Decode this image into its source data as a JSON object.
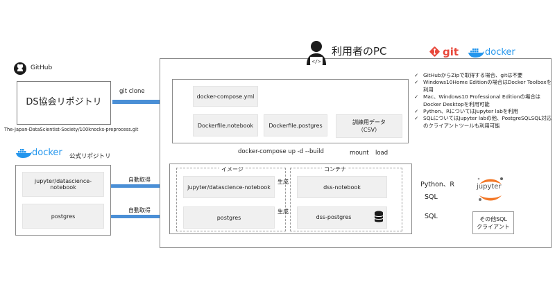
{
  "user_pc": {
    "title": "利用者のPC"
  },
  "github": {
    "label": "GitHub",
    "repo_box": "DS協会リポジトリ",
    "repo_path": "The-Japan-DataScientist-Society/100knocks-preprocess.git",
    "git_clone": "git clone"
  },
  "dockerhub": {
    "label": "公式リポジトリ",
    "wordmark": "docker",
    "images": [
      "jupyter/datascience-notebook",
      "postgres"
    ],
    "pull_label": "自動取得"
  },
  "logos": {
    "git": "git",
    "docker": "docker",
    "jupyter": "jupyter"
  },
  "repo_files": {
    "compose": "docker-compose.yml",
    "dockerfile_nb": "Dockerfile.notebook",
    "dockerfile_pg": "Dockerfile.postgres",
    "training_data": "訓練用データ",
    "training_data_fmt": "（CSV）"
  },
  "compose_cmd": "docker-compose up -d --build",
  "mount_label": "mount",
  "load_label": "load",
  "images_section": {
    "title": "イメージ",
    "items": [
      "jupyter/datascience-notebook",
      "postgres"
    ]
  },
  "containers_section": {
    "title": "コンテナ",
    "items": [
      "dss-notebook",
      "dss-postgres"
    ]
  },
  "create_label": "生成",
  "clients": {
    "python_r": "Python、R",
    "sql": "SQL",
    "other_sql": [
      "その他SQL",
      "クライアント"
    ]
  },
  "notes": [
    "GitHubからZipで取得する場合、gitは不要",
    "Windows10Home Editionの場合はDocker Toolboxを利用",
    "Mac、Windows10 Professional Editionの場合はDocker Desktopを利用可能",
    "Python、RについてはJupyter labを利用",
    "SQLについてはJupyter labの他、PostgreSQLSQL対応のクライアントツールも利用可能"
  ],
  "colors": {
    "arrow_blue": "#4a8fd6",
    "arrow_green": "#8cc56a",
    "git_red": "#e8483b",
    "docker_blue": "#2496ed",
    "jupyter_orange": "#f37726"
  }
}
